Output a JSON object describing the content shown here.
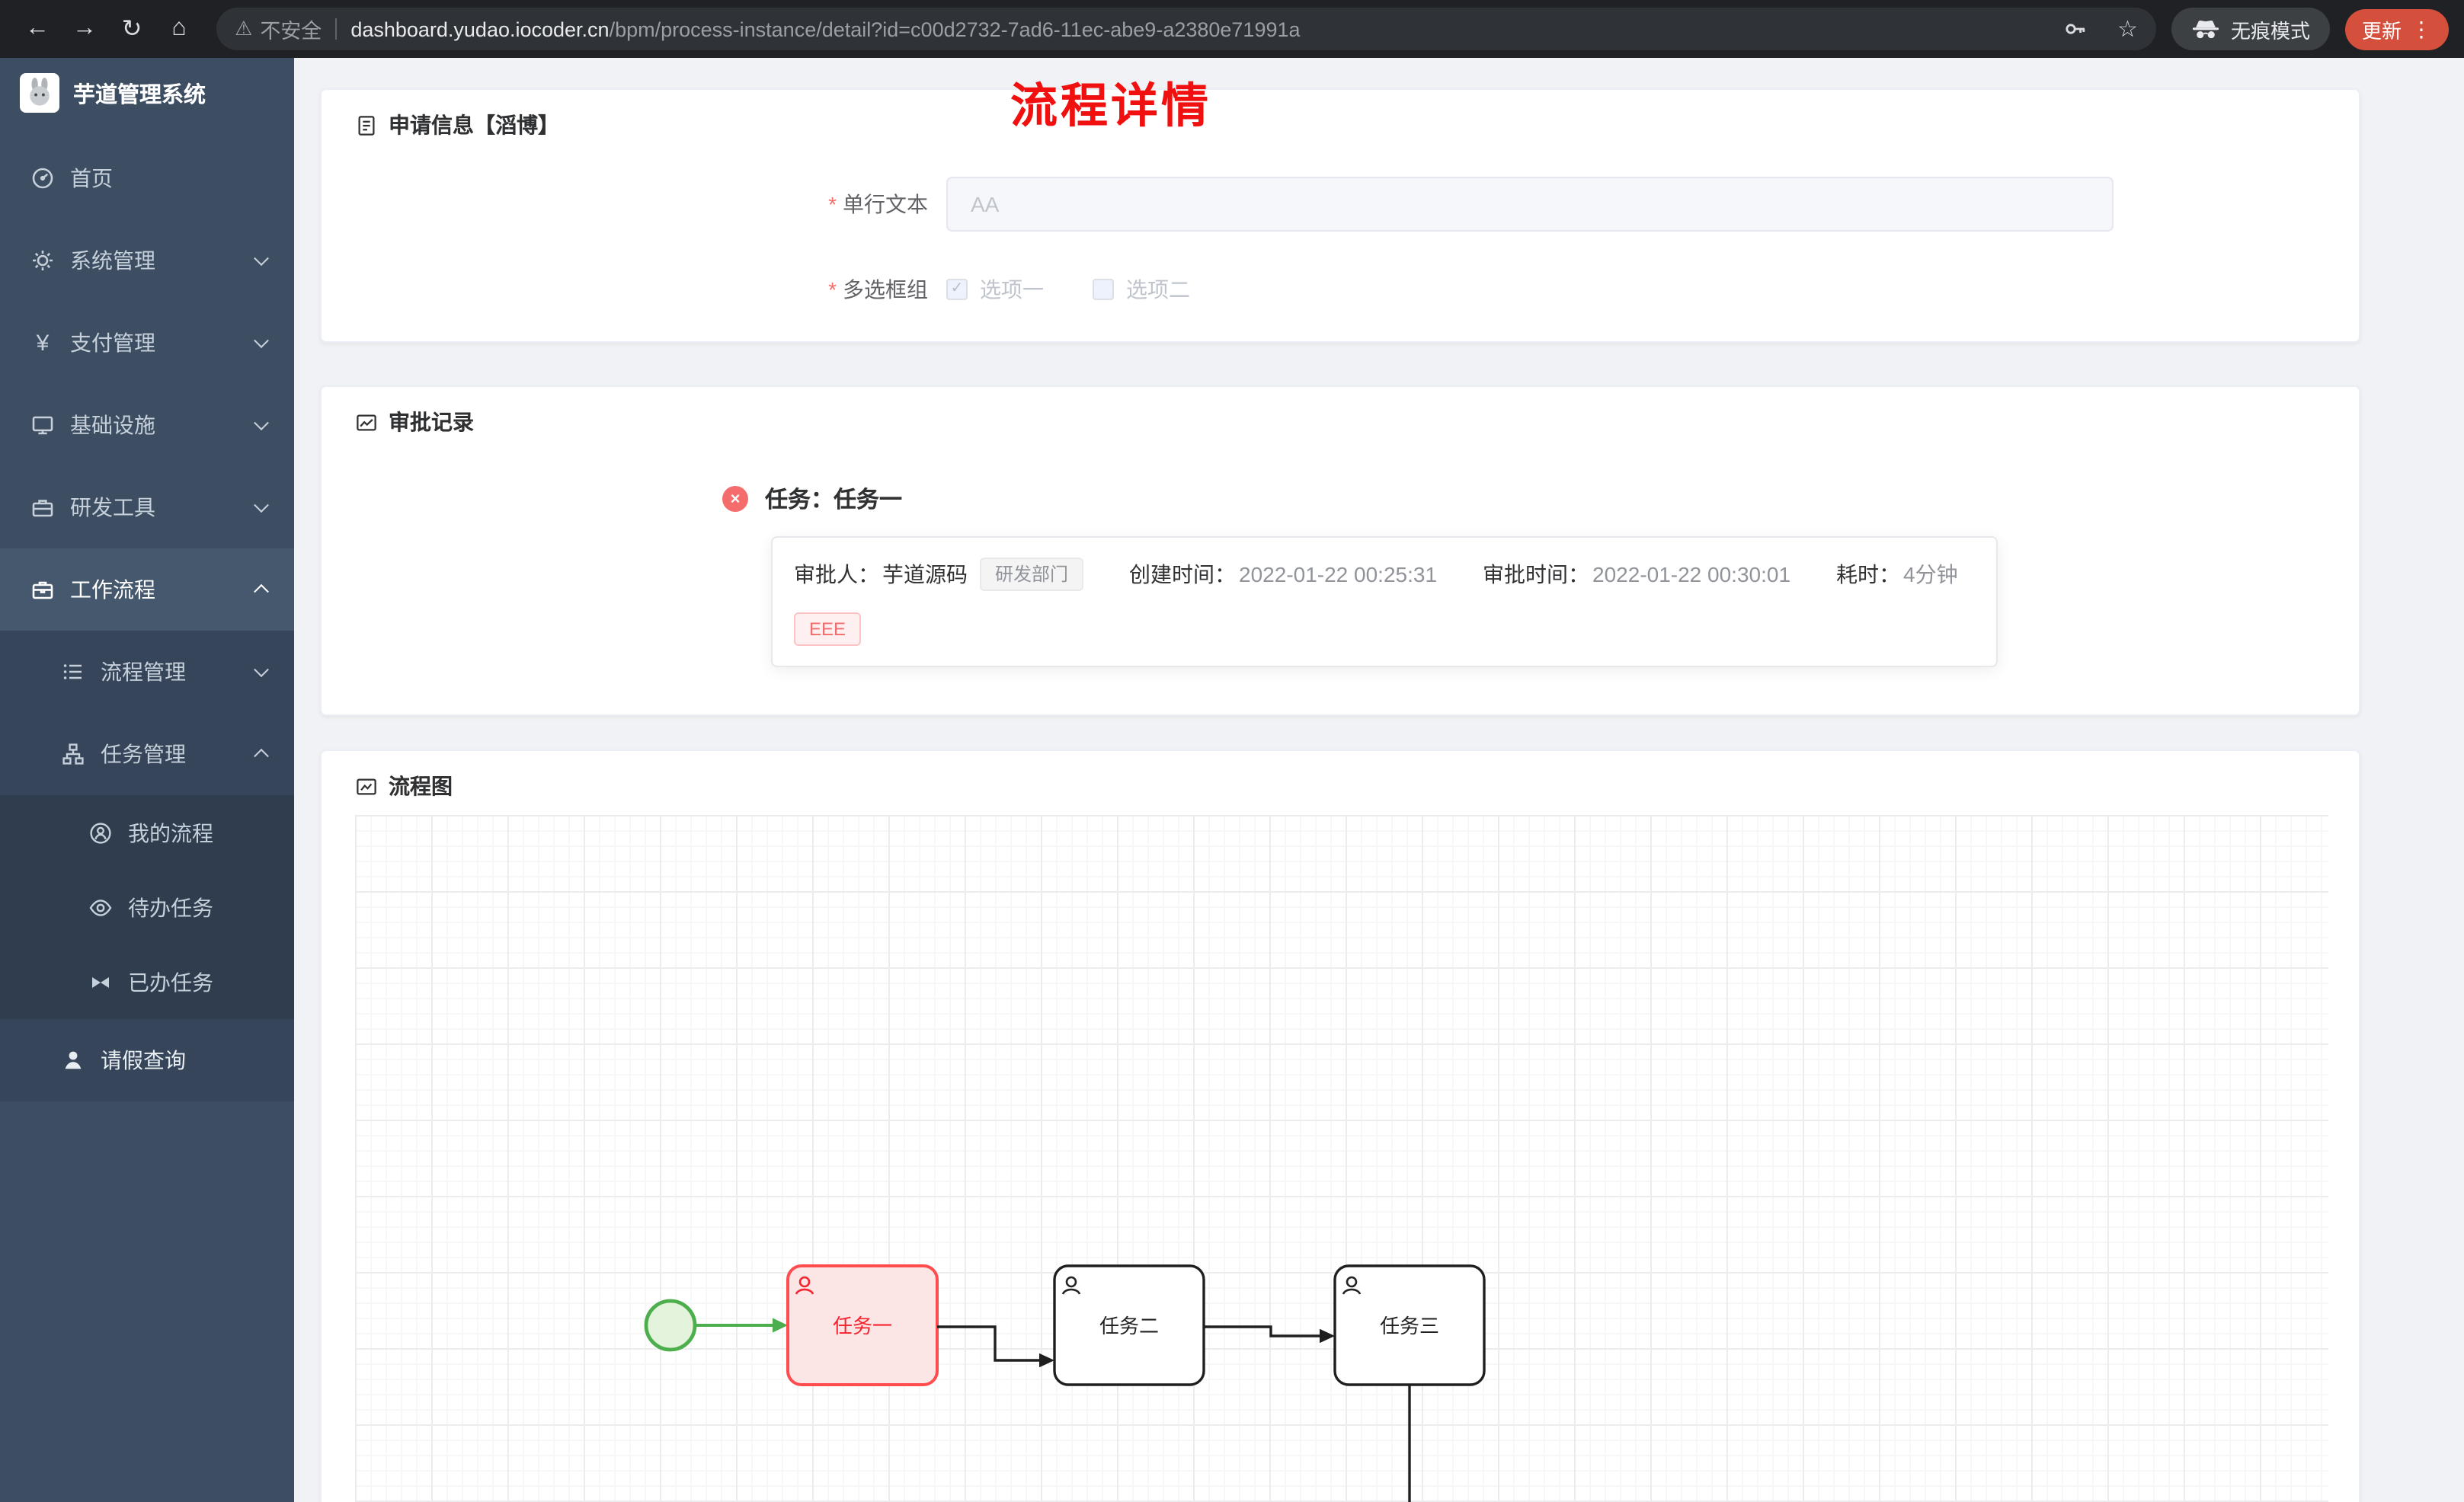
{
  "colors": {
    "page_title_red": "#f01010",
    "task_highlight_stroke": "#ff4d4f",
    "task_highlight_fill": "#fce5e5",
    "start_event_green": "#4cae4c",
    "sidebar_bg": "#3e4e62",
    "update_badge": "#d5503c",
    "error_red": "#f56c6c"
  },
  "browser": {
    "security_label": "不安全",
    "url_domain": "dashboard.yudao.iocoder.cn",
    "url_path": "/bpm/process-instance/detail?id=c00d2732-7ad6-11ec-abe9-a2380e71991a",
    "incognito_label": "无痕模式",
    "update_label": "更新"
  },
  "icons": {
    "back": "←",
    "forward": "→",
    "reload": "↻",
    "home": "⌂",
    "star": "☆",
    "warning": "⚠",
    "kebab": "⋮",
    "check": "✓",
    "close": "×",
    "yen": "¥"
  },
  "sidebar": {
    "app_title": "芋道管理系统",
    "menu": [
      {
        "label": "首页"
      },
      {
        "label": "系统管理"
      },
      {
        "label": "支付管理"
      },
      {
        "label": "基础设施"
      },
      {
        "label": "研发工具"
      },
      {
        "label": "工作流程"
      },
      {
        "label": "流程管理"
      },
      {
        "label": "任务管理"
      },
      {
        "label": "我的流程"
      },
      {
        "label": "待办任务"
      },
      {
        "label": "已办任务"
      },
      {
        "label": "请假查询"
      }
    ]
  },
  "page": {
    "title": "流程详情"
  },
  "apply_card": {
    "title": "申请信息【滔博】",
    "fields": [
      {
        "label": "单行文本",
        "value": "AA"
      },
      {
        "label": "多选框组",
        "options": [
          {
            "label": "选项一",
            "checked": true
          },
          {
            "label": "选项二",
            "checked": false
          }
        ]
      }
    ]
  },
  "approval_card": {
    "title": "审批记录",
    "task": {
      "title": "任务：任务一",
      "approver_label": "审批人：",
      "approver_name": "芋道源码",
      "dept_tag": "研发部门",
      "created_label": "创建时间：",
      "created_time": "2022-01-22 00:25:31",
      "approved_label": "审批时间：",
      "approved_time": "2022-01-22 00:30:01",
      "duration_label": "耗时：",
      "duration_value": "4分钟",
      "comment_tag": "EEE"
    }
  },
  "diagram_card": {
    "title": "流程图",
    "tasks": [
      {
        "label": "任务一",
        "state": "rejected"
      },
      {
        "label": "任务二",
        "state": "normal"
      },
      {
        "label": "任务三",
        "state": "normal"
      }
    ]
  }
}
